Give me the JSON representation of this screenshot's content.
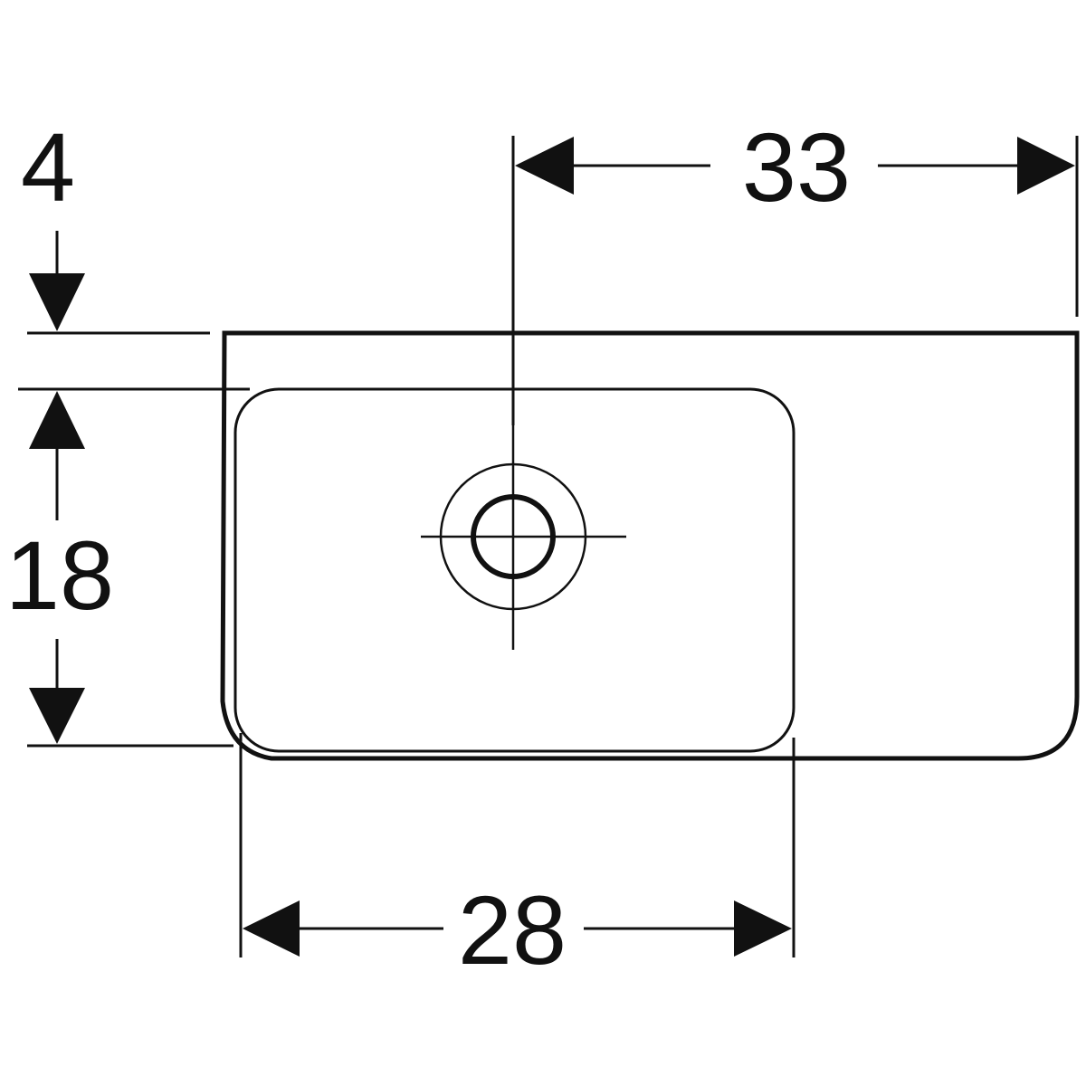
{
  "dimensions": {
    "rim_depth": "4",
    "drain_to_right_edge": "33",
    "bowl_depth": "18",
    "bowl_width": "28"
  },
  "colors": {
    "stroke": "#111111",
    "background": "#ffffff"
  }
}
